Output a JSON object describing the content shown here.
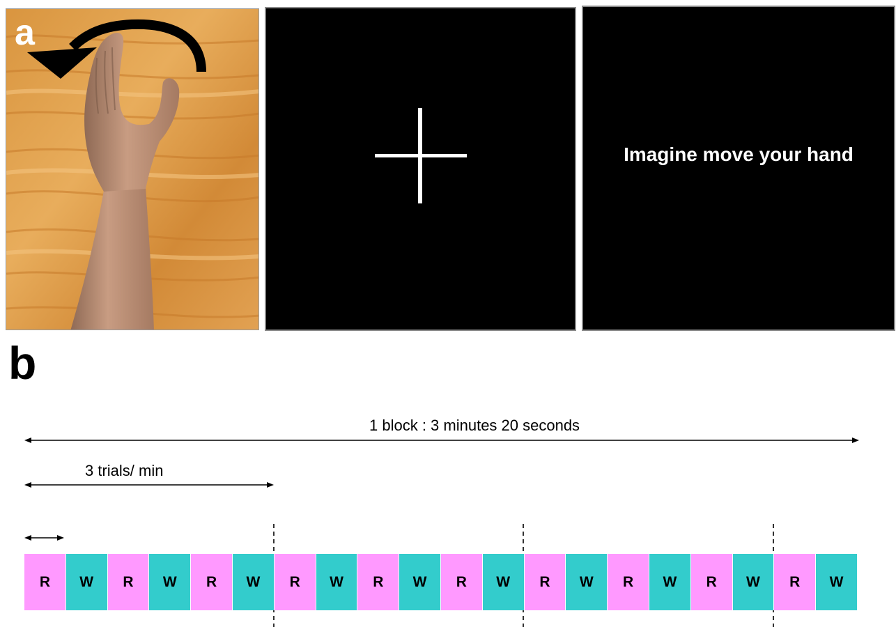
{
  "panel_a": {
    "label": "a",
    "instruction_text": "Imagine move your hand"
  },
  "panel_b": {
    "label": "b",
    "block_label": "1 block : 3 minutes 20 seconds",
    "trials_label": "3 trials/ min",
    "sequence": [
      "R",
      "W",
      "R",
      "W",
      "R",
      "W",
      "R",
      "W",
      "R",
      "W",
      "R",
      "W",
      "R",
      "W",
      "R",
      "W",
      "R",
      "W",
      "R",
      "W"
    ],
    "colors": {
      "R": "#ff99ff",
      "W": "#33cccc"
    },
    "dividers_after_cells": [
      6,
      12,
      18
    ]
  }
}
